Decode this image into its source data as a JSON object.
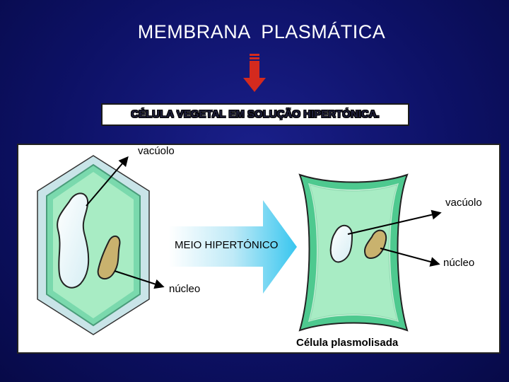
{
  "title": "MEMBRANA  PLASMÁTICA",
  "subtitle": "CÉLULA VEGETAL EM SOLUÇÃO HIPERTÓNICA.",
  "diagram": {
    "left_cell": {
      "vacuole_label": "vacúolo",
      "nucleus_label": "núcleo"
    },
    "arrow_label": "MEIO HIPERTÓNICO",
    "right_cell": {
      "vacuole_label": "vacúolo",
      "nucleus_label": "núcleo",
      "caption": "Célula plasmolisada"
    }
  },
  "colors": {
    "background": "#0d1166",
    "arrow_red": "#d42a1e",
    "cell_wall": "#4ec98f",
    "cytoplasm": "#a8ecc4",
    "outer_band": "#c9e4e8",
    "nucleus": "#c9b26e"
  }
}
